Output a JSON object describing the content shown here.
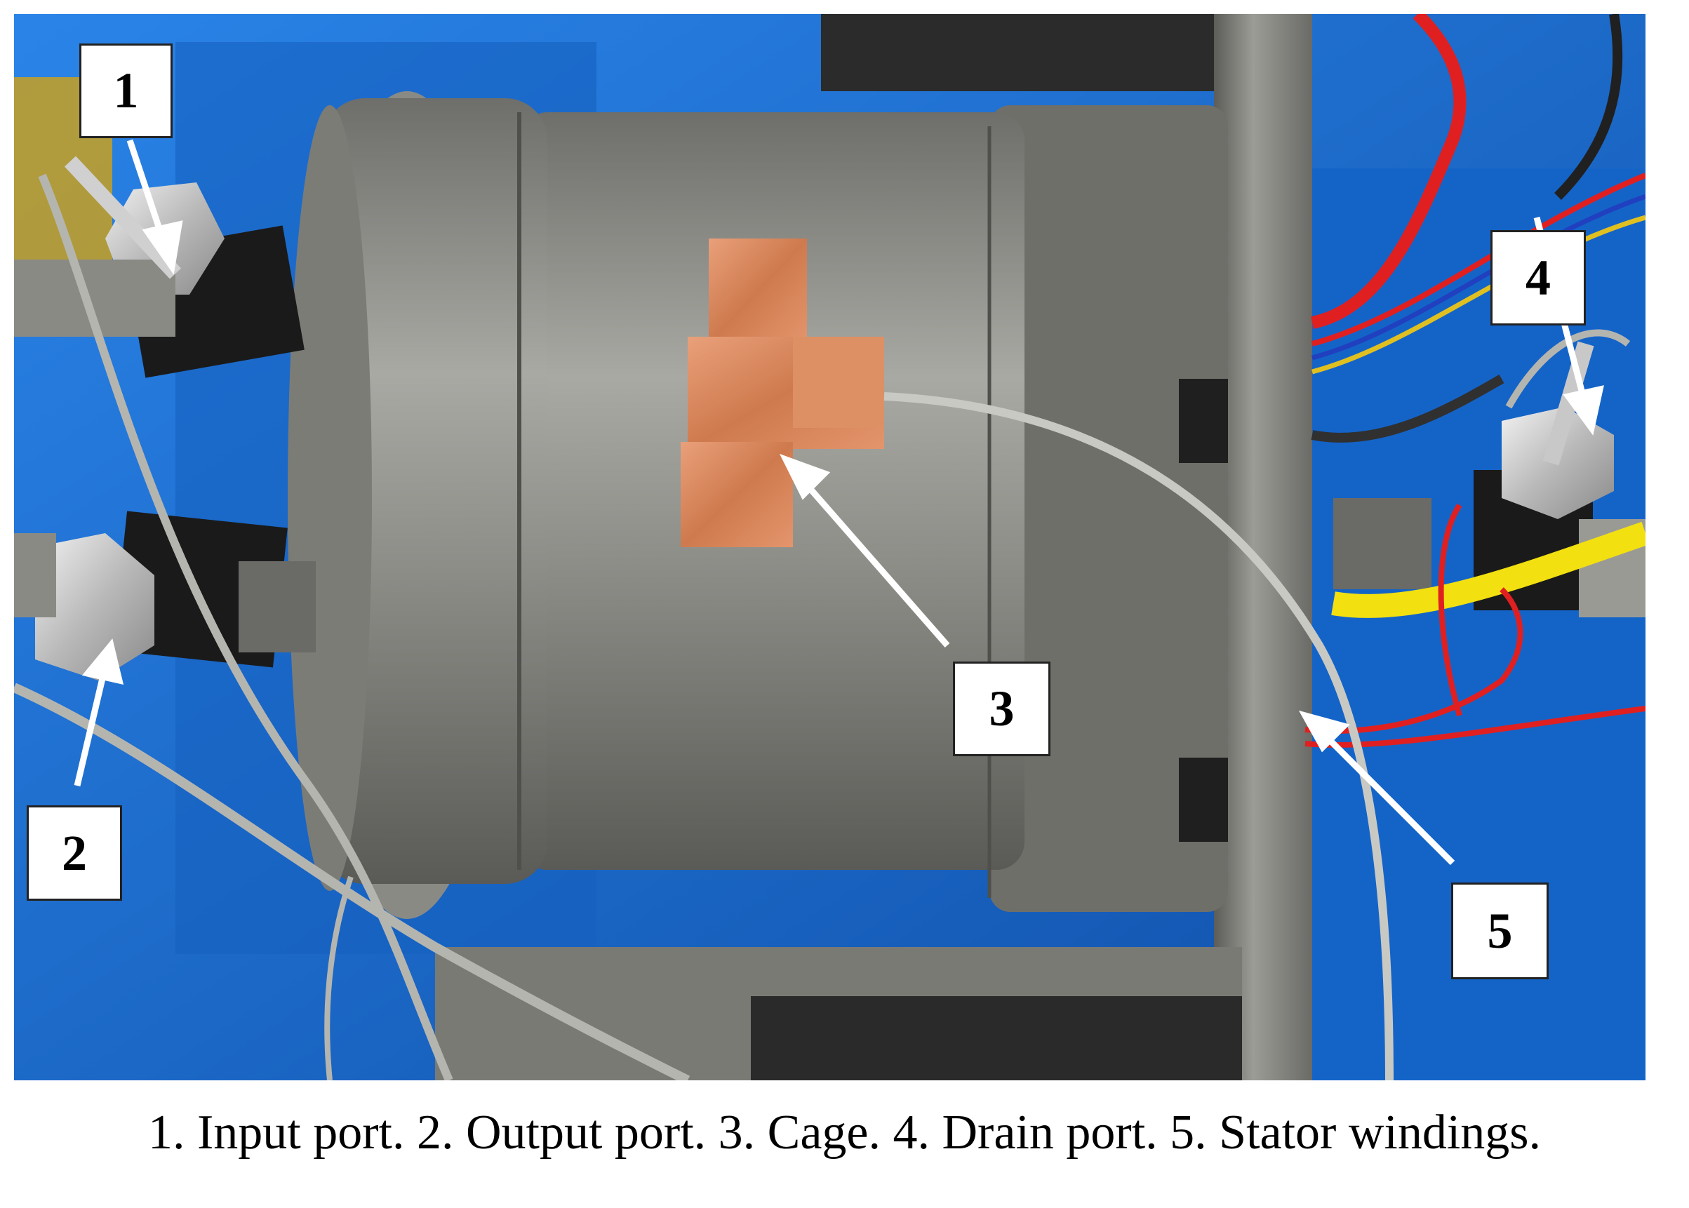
{
  "figure": {
    "labels": [
      "1",
      "2",
      "3",
      "4",
      "5"
    ],
    "caption": "1. Input port. 2. Output port. 3. Cage. 4. Drain port. 5. Stator windings."
  },
  "colors": {
    "tray_blue": "#1a6fd0",
    "steel": "#8f8f8a",
    "copper": "#d98a5f",
    "wire_red": "#e02020",
    "wire_yellow": "#f2e010"
  }
}
